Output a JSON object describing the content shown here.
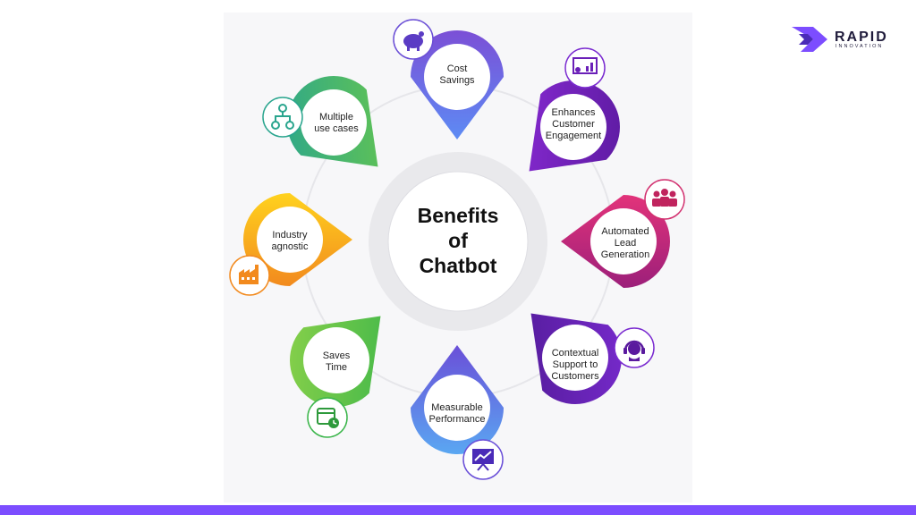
{
  "brand": {
    "name": "RAPID",
    "tagline": "INNOVATION"
  },
  "center": {
    "lines": [
      "Benefits",
      "of",
      "Chatbot"
    ]
  },
  "benefits": [
    {
      "lines": [
        "Cost",
        "Savings"
      ],
      "icon": "piggy-bank-icon"
    },
    {
      "lines": [
        "Enhances",
        "Customer",
        "Engagement"
      ],
      "icon": "presentation-icon"
    },
    {
      "lines": [
        "Automated",
        "Lead",
        "Generation"
      ],
      "icon": "team-icon"
    },
    {
      "lines": [
        "Contextual",
        "Support to",
        "Customers"
      ],
      "icon": "headset-icon"
    },
    {
      "lines": [
        "Measurable",
        "Performance"
      ],
      "icon": "growth-chart-icon"
    },
    {
      "lines": [
        "Saves",
        "Time"
      ],
      "icon": "calendar-clock-icon"
    },
    {
      "lines": [
        "Industry",
        "agnostic"
      ],
      "icon": "factory-icon"
    },
    {
      "lines": [
        "Multiple",
        "use cases"
      ],
      "icon": "hierarchy-icon"
    }
  ],
  "colors": {
    "accent_bar": "#7c4dff",
    "cost_savings": [
      "#5d8bf4",
      "#7b4fd6"
    ],
    "customer_engagement": [
      "#8b2bd6",
      "#5a1a9e"
    ],
    "lead_generation": [
      "#e2337a",
      "#9c1f7a"
    ],
    "contextual_support": [
      "#7a2bd0",
      "#4f1a94"
    ],
    "measurable_performance": [
      "#5aa7f2",
      "#6a4fd8"
    ],
    "saves_time": [
      "#3ab54a",
      "#8ed24a"
    ],
    "industry_agnostic": [
      "#f28a1e",
      "#ffd21e"
    ],
    "multiple_use_cases": [
      "#2aa58e",
      "#5ec24a"
    ]
  }
}
